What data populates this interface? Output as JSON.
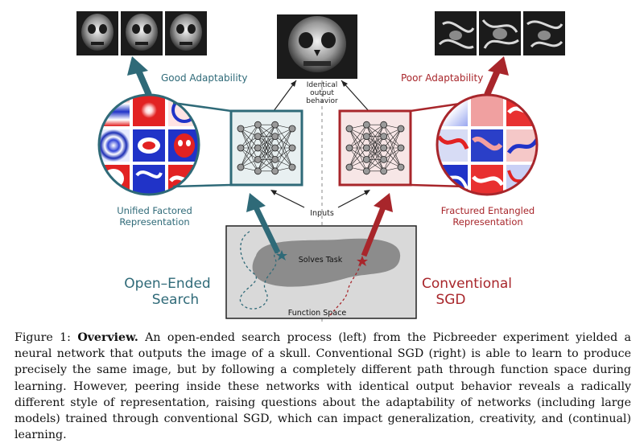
{
  "figure": {
    "label_good": "Good Adaptability",
    "label_poor": "Poor Adaptability",
    "label_identical": [
      "Identical",
      "output",
      "behavior"
    ],
    "label_unified": [
      "Unified Factored",
      "Representation"
    ],
    "label_fractured": [
      "Fractured Entangled",
      "Representation"
    ],
    "label_inputs": "Inputs",
    "label_solves": "Solves Task",
    "label_function_space": "Function Space",
    "label_open_ended": [
      "Open–Ended",
      "Search"
    ],
    "label_sgd": [
      "Conventional",
      "SGD"
    ],
    "colors": {
      "teal": "#2f6a78",
      "red": "#a8262b"
    }
  },
  "caption": {
    "prefix": "Figure 1:",
    "bold": "Overview.",
    "text": "An open-ended search process (left) from the Picbreeder experiment yielded a neural network that outputs the image of a skull. Conventional SGD (right) is able to learn to produce precisely the same image, but by following a completely different path through function space during learning. However, peering inside these networks with identical output behavior reveals a radically different style of representation, raising questions about the adaptability of networks (including large models) trained through conventional SGD, which can impact generalization, creativity, and (continual) learning."
  }
}
